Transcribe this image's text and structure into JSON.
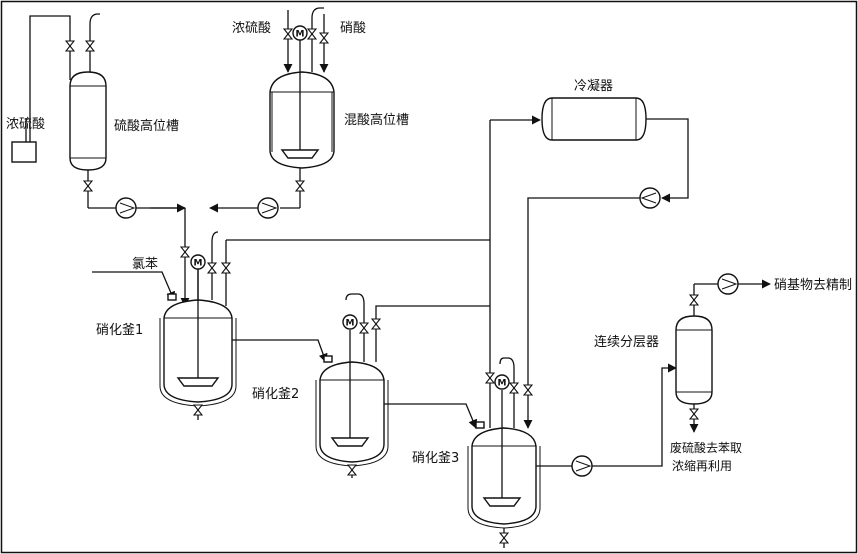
{
  "labels": {
    "conc_sulfuric_left": "浓硫酸",
    "sulfuric_tank": "硫酸高位槽",
    "conc_sulfuric_top": "浓硫酸",
    "nitric_acid": "硝酸",
    "mixed_acid_tank": "混酸高位槽",
    "condenser": "冷凝器",
    "chlorobenzene": "氯苯",
    "reactor_1": "硝化釜1",
    "reactor_2": "硝化釜2",
    "reactor_3": "硝化釜3",
    "separator": "连续分层器",
    "nitro_out": "硝基物去精制",
    "waste_acid_line1": "废硫酸去苯取",
    "waste_acid_line2": "浓缩再利用"
  },
  "motor_symbol": "M",
  "colors": {
    "line": "#111111",
    "background": "#ffffff"
  }
}
